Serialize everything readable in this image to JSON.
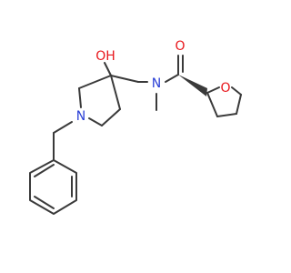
{
  "molecule": {
    "atoms": {
      "hydroxyl": "OH",
      "amide_oxygen": "O",
      "amide_nitrogen": "N",
      "ring_oxygen": "O",
      "pyrrolidine_nitrogen": "N"
    },
    "colors": {
      "bond": "#3a3a3a",
      "oxygen": "#e8161b",
      "nitrogen": "#2a3fd6",
      "background": "#ffffff"
    }
  }
}
